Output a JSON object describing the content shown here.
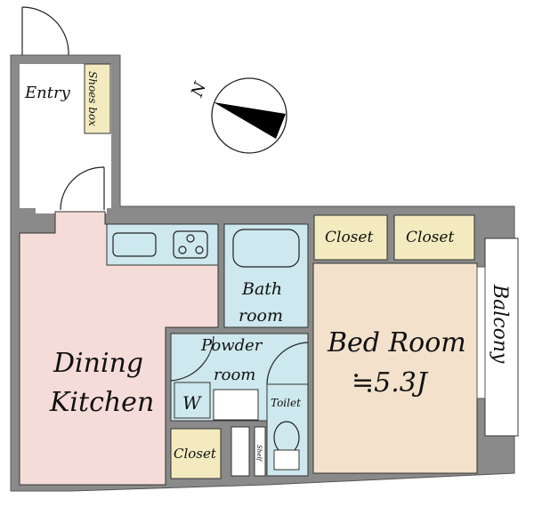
{
  "rooms": {
    "entry": "Entry",
    "shoes_box": "Shoes box",
    "dining": "Dining",
    "kitchen": "Kitchen",
    "bath_1": "Bath",
    "bath_2": "room",
    "powder_1": "Powder",
    "powder_2": "room",
    "washer": "W",
    "toilet": "Toilet",
    "shelf": "Shelf",
    "closet_left": "Closet",
    "closet_top_1": "Closet",
    "closet_top_2": "Closet",
    "bedroom": "Bed Room",
    "bedroom_size": "≒5.3J",
    "balcony": "Balcony"
  },
  "compass": {
    "label": "N"
  },
  "colors": {
    "wall": "#8a8a8a",
    "dining": "#f6dcd8",
    "wet": "#cde8ee",
    "closet": "#f3ebbf",
    "bedroom": "#f3e1cb"
  }
}
